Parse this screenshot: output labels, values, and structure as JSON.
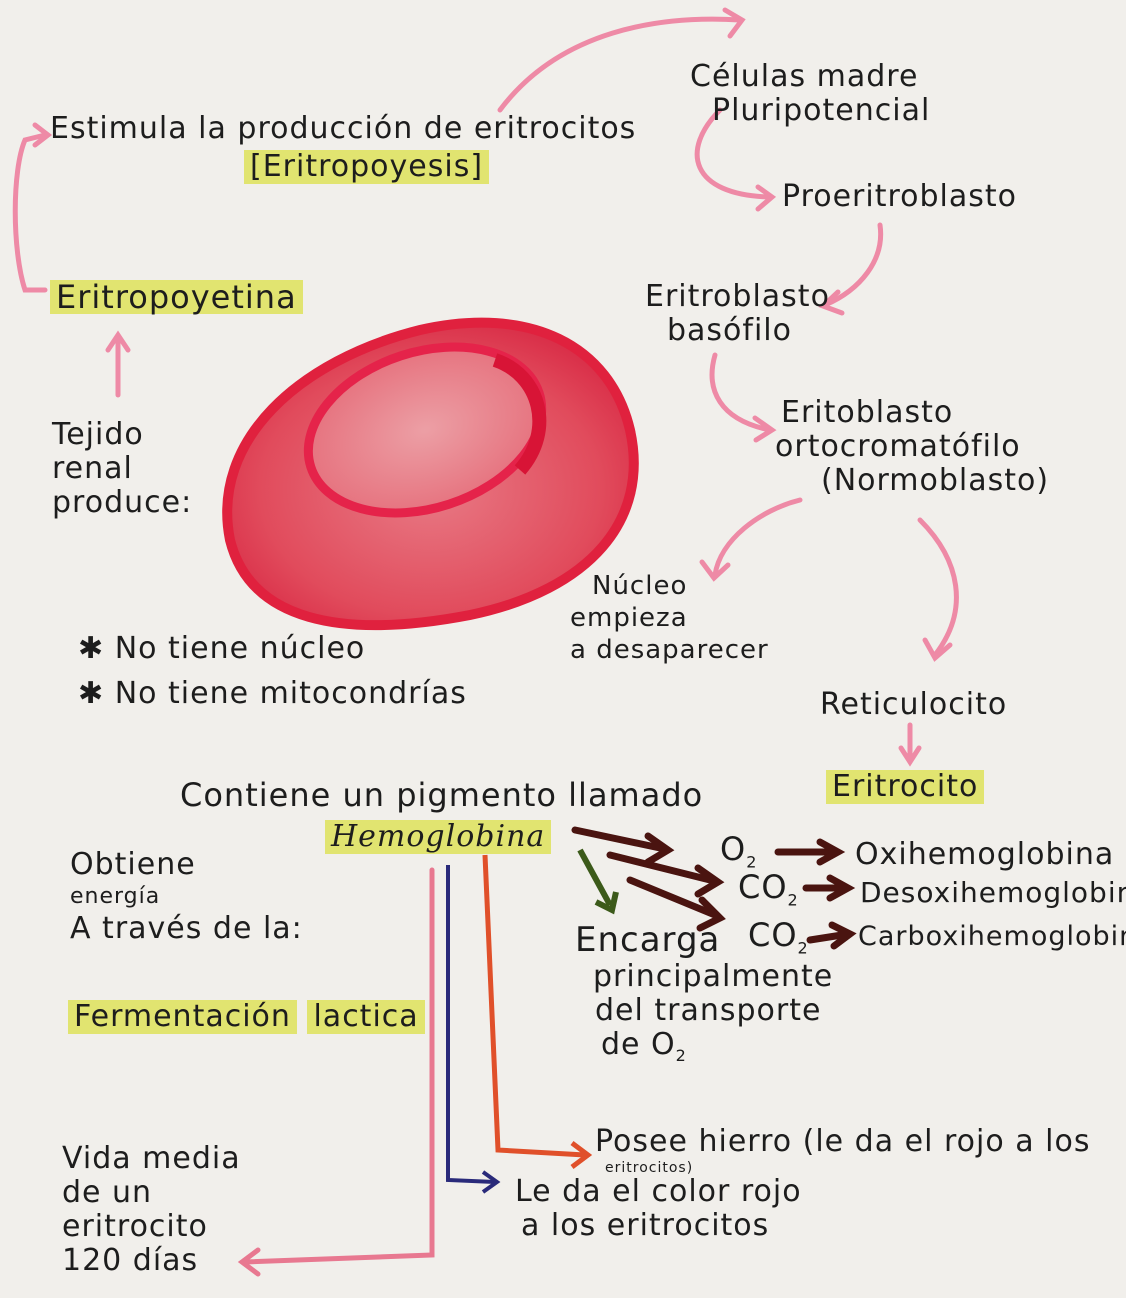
{
  "cycle": {
    "estimula": "Estimula la producción de eritrocitos",
    "eritropoyesis": "[Eritropoyesis]",
    "eritropoyetina": "Eritropoyetina",
    "tejido": [
      "Tejido",
      "renal",
      "produce:"
    ]
  },
  "stages": {
    "celulas_madre": [
      "Células madre",
      "Pluripotencial"
    ],
    "proeritroblasto": "Proeritroblasto",
    "eritroblasto_basofilo": [
      "Eritroblasto",
      "basófilo"
    ],
    "eritroblasto_orto": [
      "Eritoblasto",
      "ortocromatófilo",
      "(Normoblasto)"
    ],
    "nucleo": [
      "Núcleo",
      "empieza",
      "a desaparecer"
    ],
    "reticulocito": "Reticulocito",
    "eritrocito": "Eritrocito"
  },
  "notes": {
    "no_nucleo": "No tiene núcleo",
    "no_mitocondrias": "No tiene mitocondrías"
  },
  "hemoglobin": {
    "contiene": "Contiene un pigmento llamado",
    "hemoglobina": "Hemoglobina",
    "o2": "O",
    "o2_sub": "2",
    "co2": "CO",
    "co2_sub": "2",
    "oxi": "Oxihemoglobina",
    "desoxi": "Desoxihemoglobina",
    "carboxi": "Carboxihemoglobina",
    "encarga": [
      "Encarga",
      "principalmente",
      "del transporte"
    ],
    "de_o2": "de O",
    "de_o2_sub": "2",
    "posee": "Posee",
    "hierro": "hierro (le da el rojo a los",
    "eritrocitos_small": "eritrocitos)",
    "color": [
      "Le da el color rojo",
      "a los eritrocitos"
    ]
  },
  "energy": {
    "obtiene": [
      "Obtiene",
      "energía",
      "A través de la:"
    ],
    "fermentacion": [
      "Fermentación",
      "lactica"
    ]
  },
  "vida": [
    "Vida media",
    "de un",
    "eritrocito",
    "120 días"
  ],
  "colors": {
    "pink_arrow": "#ee8aa6",
    "highlight": "#dfe25a",
    "cell_red": "#e0394f",
    "dark_red_arrow": "#4a1410",
    "green_arrow": "#3c5a1a",
    "blue_line": "#2a2a7a",
    "orange_line": "#e0502a"
  }
}
